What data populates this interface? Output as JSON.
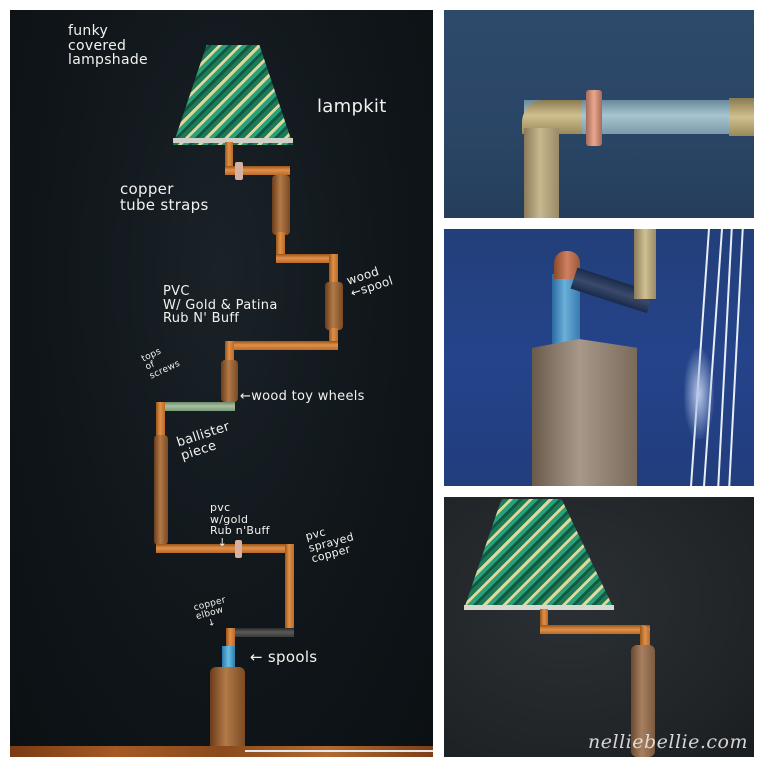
{
  "collage": {
    "main_panel": {
      "description": "Pipe wall lamp on chalkboard with chalk labels",
      "labels": {
        "lampshade": "funky\ncovered\nlampshade",
        "lampkit": "lampkit",
        "straps": "copper\ntube straps",
        "pvc_gold": "PVC\nW/ Gold & Patina\nRub N' Buff",
        "wood_spool": "wood\n←spool",
        "screws": "tops\nof\nscrews",
        "toy_wheels": "←wood toy wheels",
        "ballister": "ballister\npiece",
        "pvc_gold2": "pvc\nw/gold\nRub n'Buff\n  ↓",
        "pvc_sprayed": "pvc\nsprayed\ncopper",
        "copper_elbow": "copper\nelbow\n   ↓",
        "spools": "← spools"
      },
      "colors": {
        "chalkboard": "#0f1519",
        "copper": "#d08040",
        "chalk": "#f2f2ee"
      }
    },
    "top_right_panel": {
      "description": "Close-up of gold elbow and copper strap on blue PVC pipe",
      "color": "#2e4a6a"
    },
    "middle_right_panel": {
      "description": "Blue spool and copper elbow on wooden post",
      "color": "#24438a"
    },
    "bottom_right_panel": {
      "description": "Finished lamp with zigzag shade",
      "color": "#202427",
      "watermark": "nelliebellie.com"
    }
  }
}
